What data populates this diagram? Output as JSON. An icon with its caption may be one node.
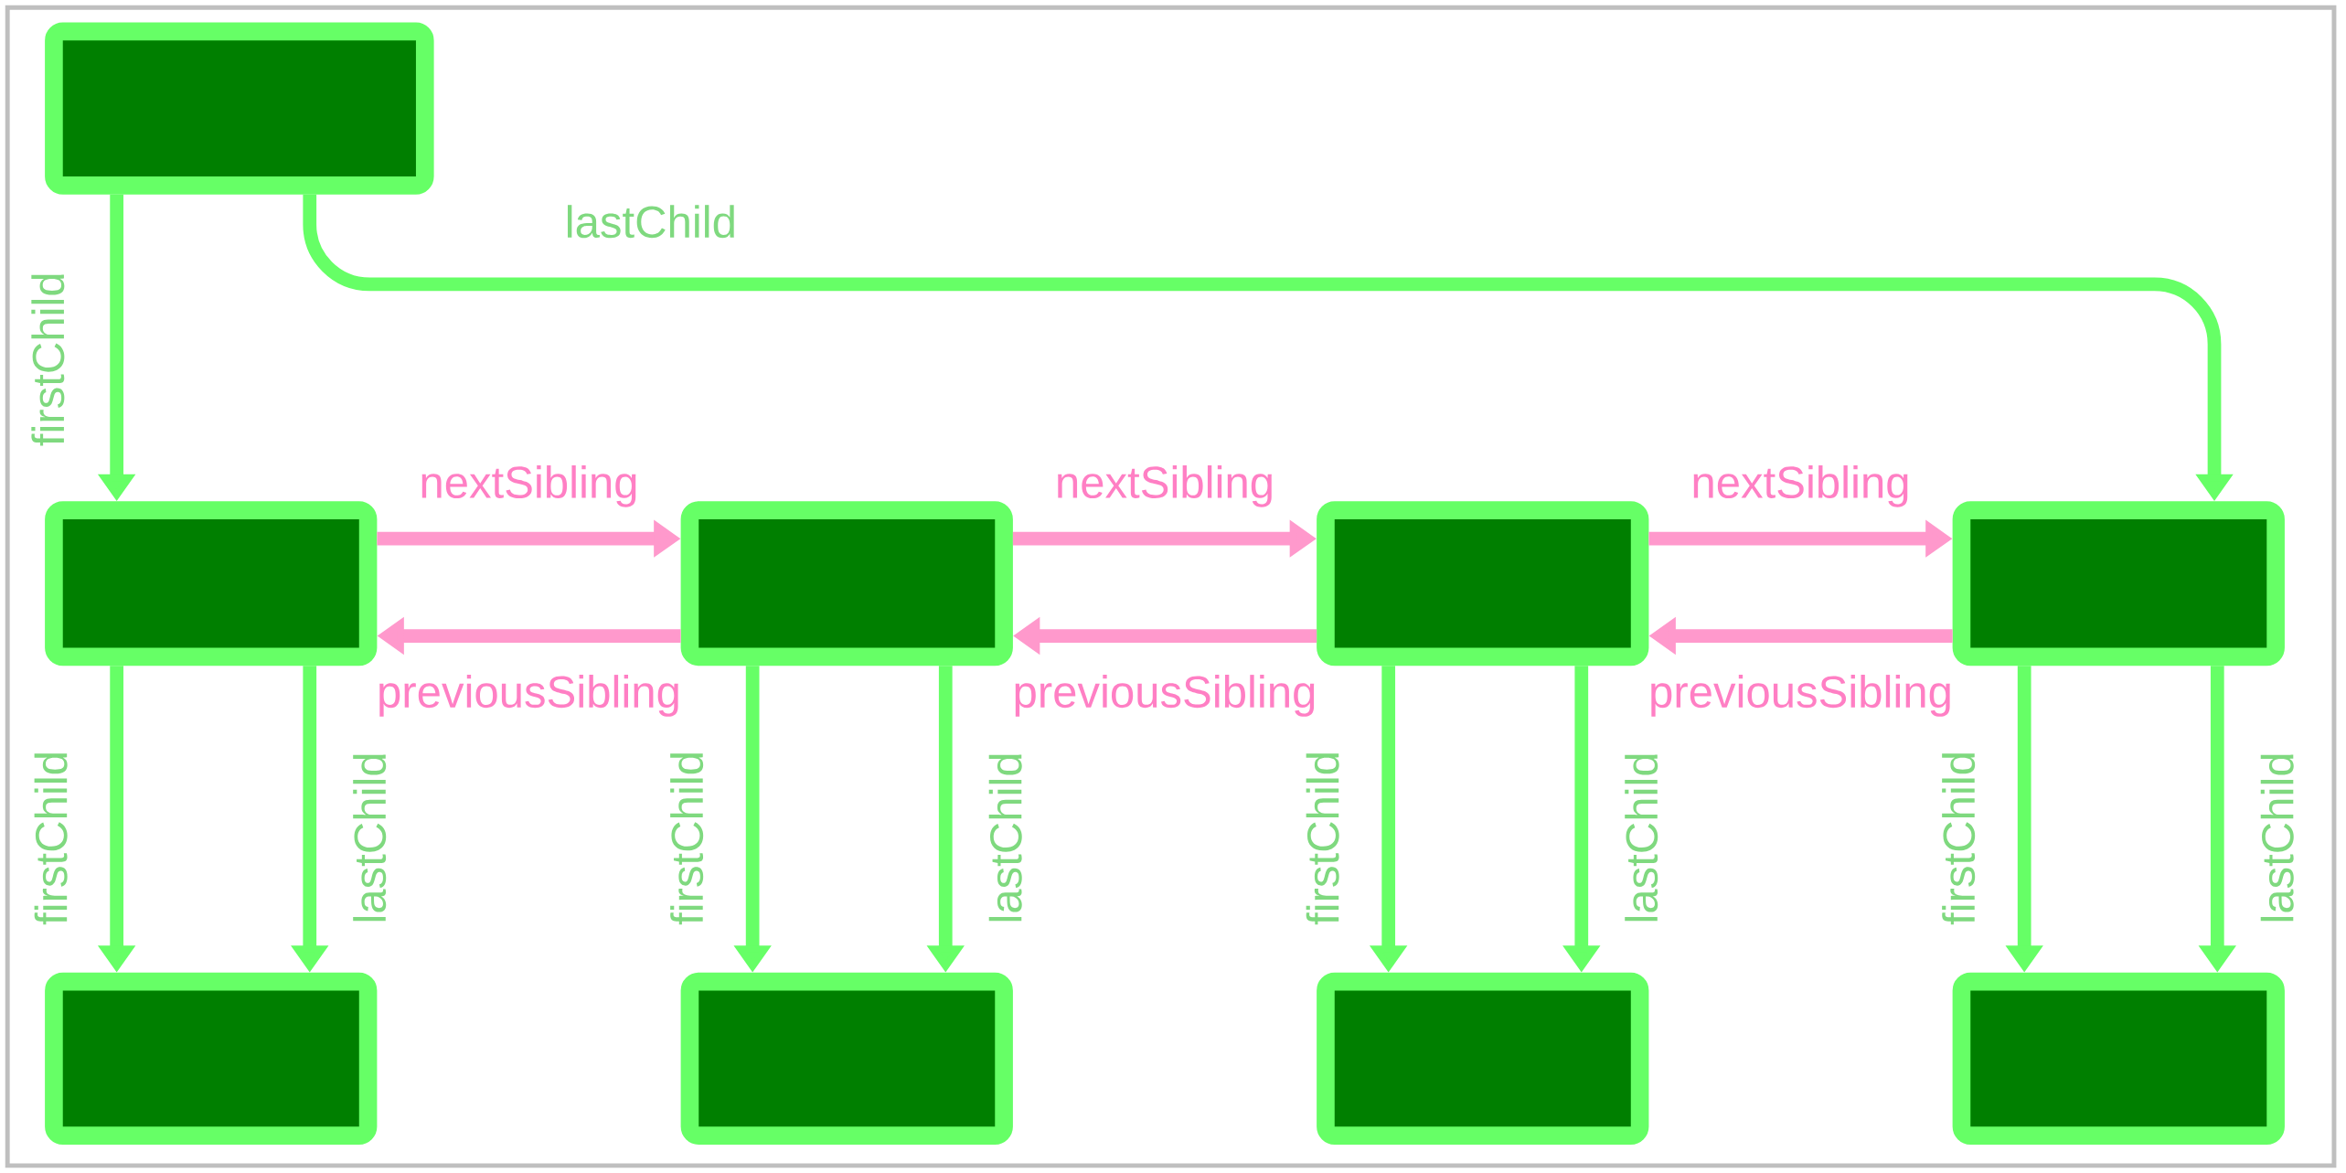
{
  "diagram": {
    "nodes": [
      {
        "text": [],
        "shape": "box"
      },
      {
        "text": [],
        "shape": "box"
      },
      {
        "text": [],
        "shape": "box"
      },
      {
        "text": [],
        "shape": "box"
      },
      {
        "text": [],
        "shape": "box"
      },
      {
        "text": [],
        "shape": "box"
      },
      {
        "text": [],
        "shape": "box"
      },
      {
        "text": [],
        "shape": "box"
      },
      {
        "text": [],
        "shape": "box"
      }
    ],
    "edges": [
      {
        "from": 0,
        "to": 1,
        "arrow": "to",
        "label": "firstChild"
      },
      {
        "from": 0,
        "to": 4,
        "arrow": "to",
        "label": "lastChild"
      },
      {
        "from": 1,
        "to": 2,
        "arrow": "to",
        "label": "nextSibling",
        "color": "#ff99cc"
      },
      {
        "from": 2,
        "to": 3,
        "arrow": "to",
        "label": "nextSibling",
        "color": "#ff99cc"
      },
      {
        "from": 3,
        "to": 4,
        "arrow": "to",
        "label": "nextSibling",
        "color": "#ff99cc"
      },
      {
        "from": 2,
        "to": 1,
        "arrow": "to",
        "label": "previousSibling",
        "color": "#ff99cc"
      },
      {
        "from": 3,
        "to": 2,
        "arrow": "to",
        "label": "previousSibling",
        "color": "#ff99cc"
      },
      {
        "from": 4,
        "to": 3,
        "arrow": "to",
        "label": "previousSibling",
        "color": "#ff99cc"
      },
      {
        "from": 1,
        "to": 5,
        "arrow": "to",
        "label": "firstChild"
      },
      {
        "from": 1,
        "to": 5,
        "arrow": "to",
        "label": "lastChild"
      },
      {
        "from": 2,
        "to": 6,
        "arrow": "to",
        "label": "firstChild"
      },
      {
        "from": 2,
        "to": 6,
        "arrow": "to",
        "label": "lastChild"
      },
      {
        "from": 3,
        "to": 7,
        "arrow": "to",
        "label": "firstChild"
      },
      {
        "from": 3,
        "to": 7,
        "arrow": "to",
        "label": "lastChild"
      },
      {
        "from": 4,
        "to": 8,
        "arrow": "to",
        "label": "firstChild"
      },
      {
        "from": 4,
        "to": 8,
        "arrow": "to",
        "label": "lastChild"
      }
    ]
  }
}
